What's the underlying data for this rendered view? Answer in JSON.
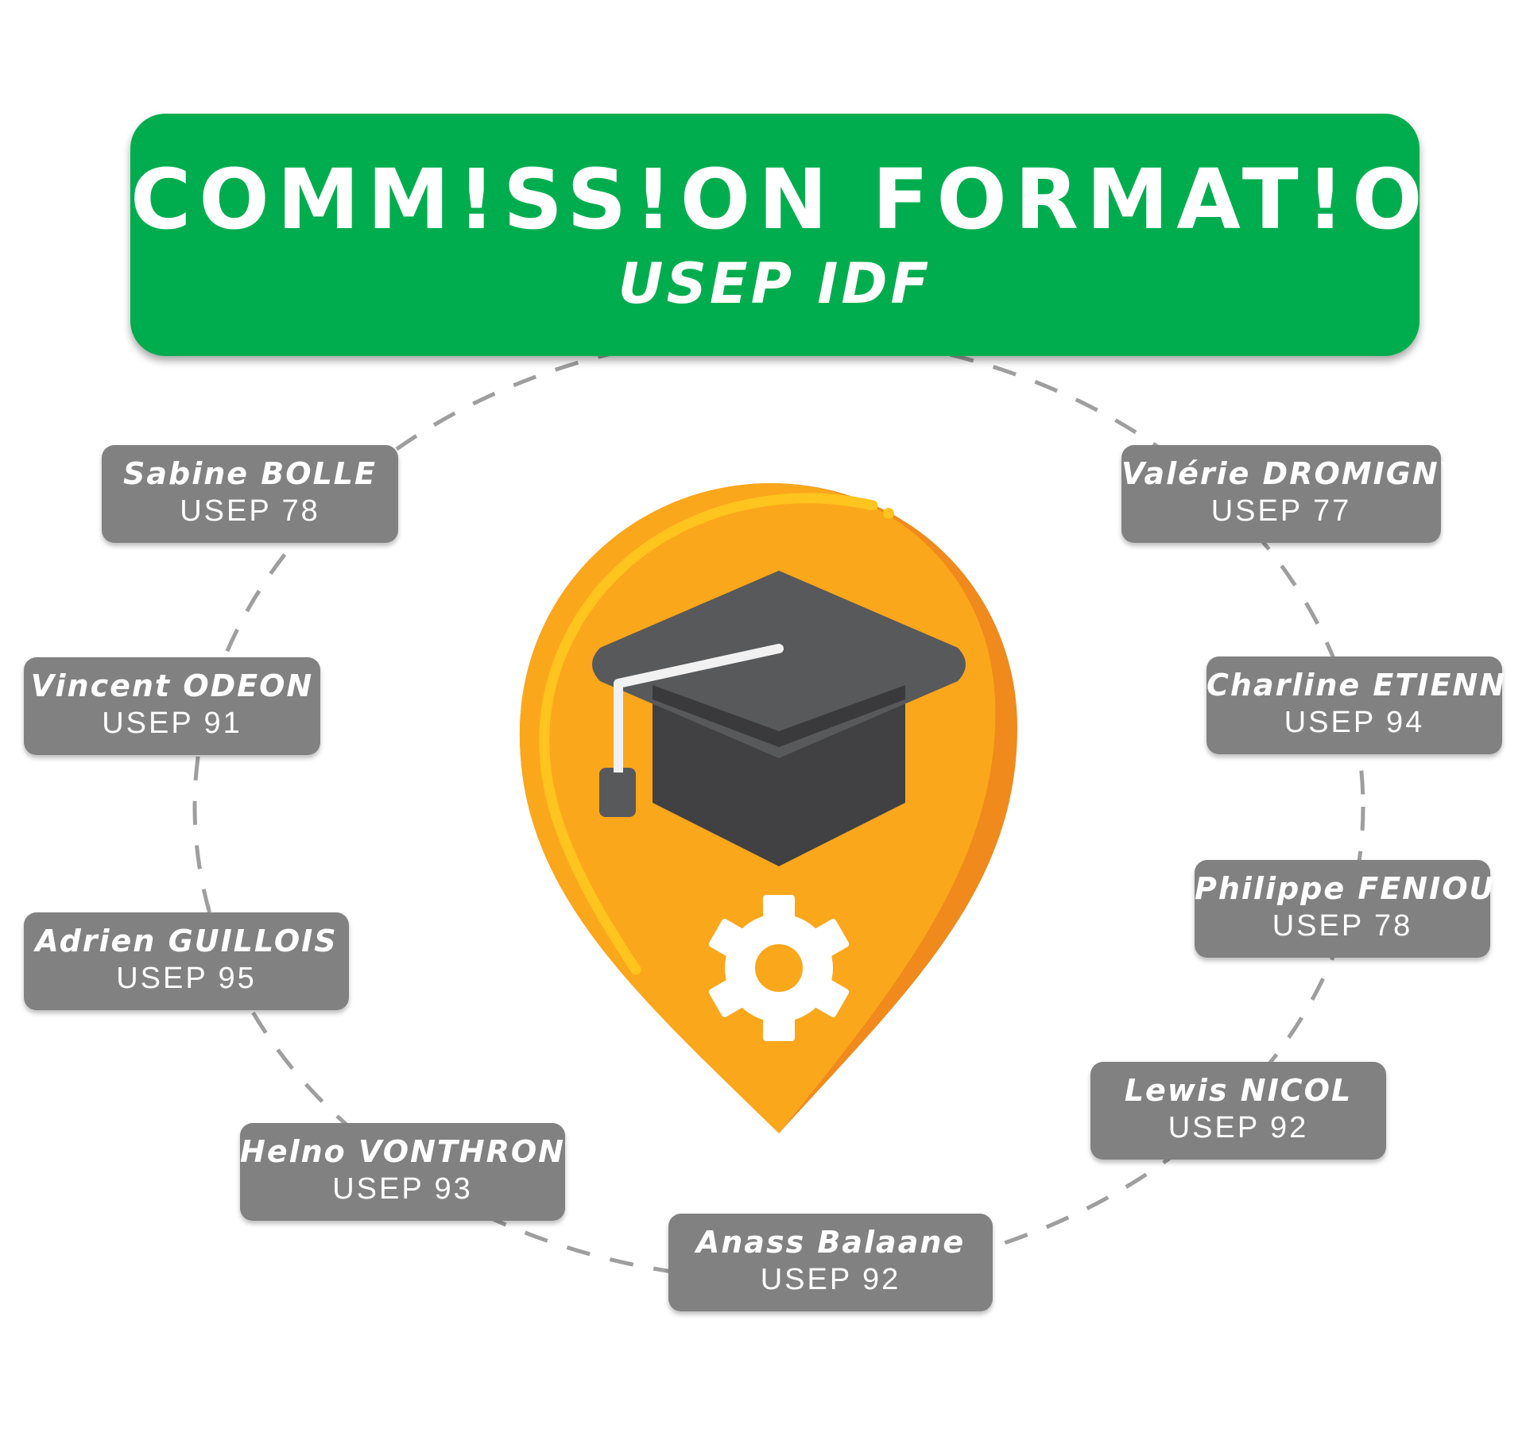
{
  "header": {
    "title": "COMM!SS!ON FORMAT!ON",
    "subtitle": "USEP IDF"
  },
  "members": [
    {
      "name": "Sabine BOLLE",
      "org": "USEP 78"
    },
    {
      "name": "Vincent ODEON",
      "org": "USEP 91"
    },
    {
      "name": "Adrien GUILLOIS",
      "org": "USEP 95"
    },
    {
      "name": "Helno VONTHRON",
      "org": "USEP 93"
    },
    {
      "name": "Anass Balaane",
      "org": "USEP 92"
    },
    {
      "name": "Lewis NICOL",
      "org": "USEP 92"
    },
    {
      "name": "Philippe FENIOUX",
      "org": "USEP 78"
    },
    {
      "name": "Charline ETIENNE",
      "org": "USEP 94"
    },
    {
      "name": "Valérie DROMIGNY",
      "org": "USEP 77"
    }
  ],
  "icons": {
    "center": "graduation-cap-location-pin-icon",
    "secondary": "gear-icon"
  },
  "colors": {
    "header_background": "#00ad4e",
    "card_background": "#818181",
    "pin_orange": "#fba71b",
    "pin_shadow": "#f08a1c",
    "cap_dark": "#58595b",
    "ring_dash": "#9e9e9e"
  }
}
